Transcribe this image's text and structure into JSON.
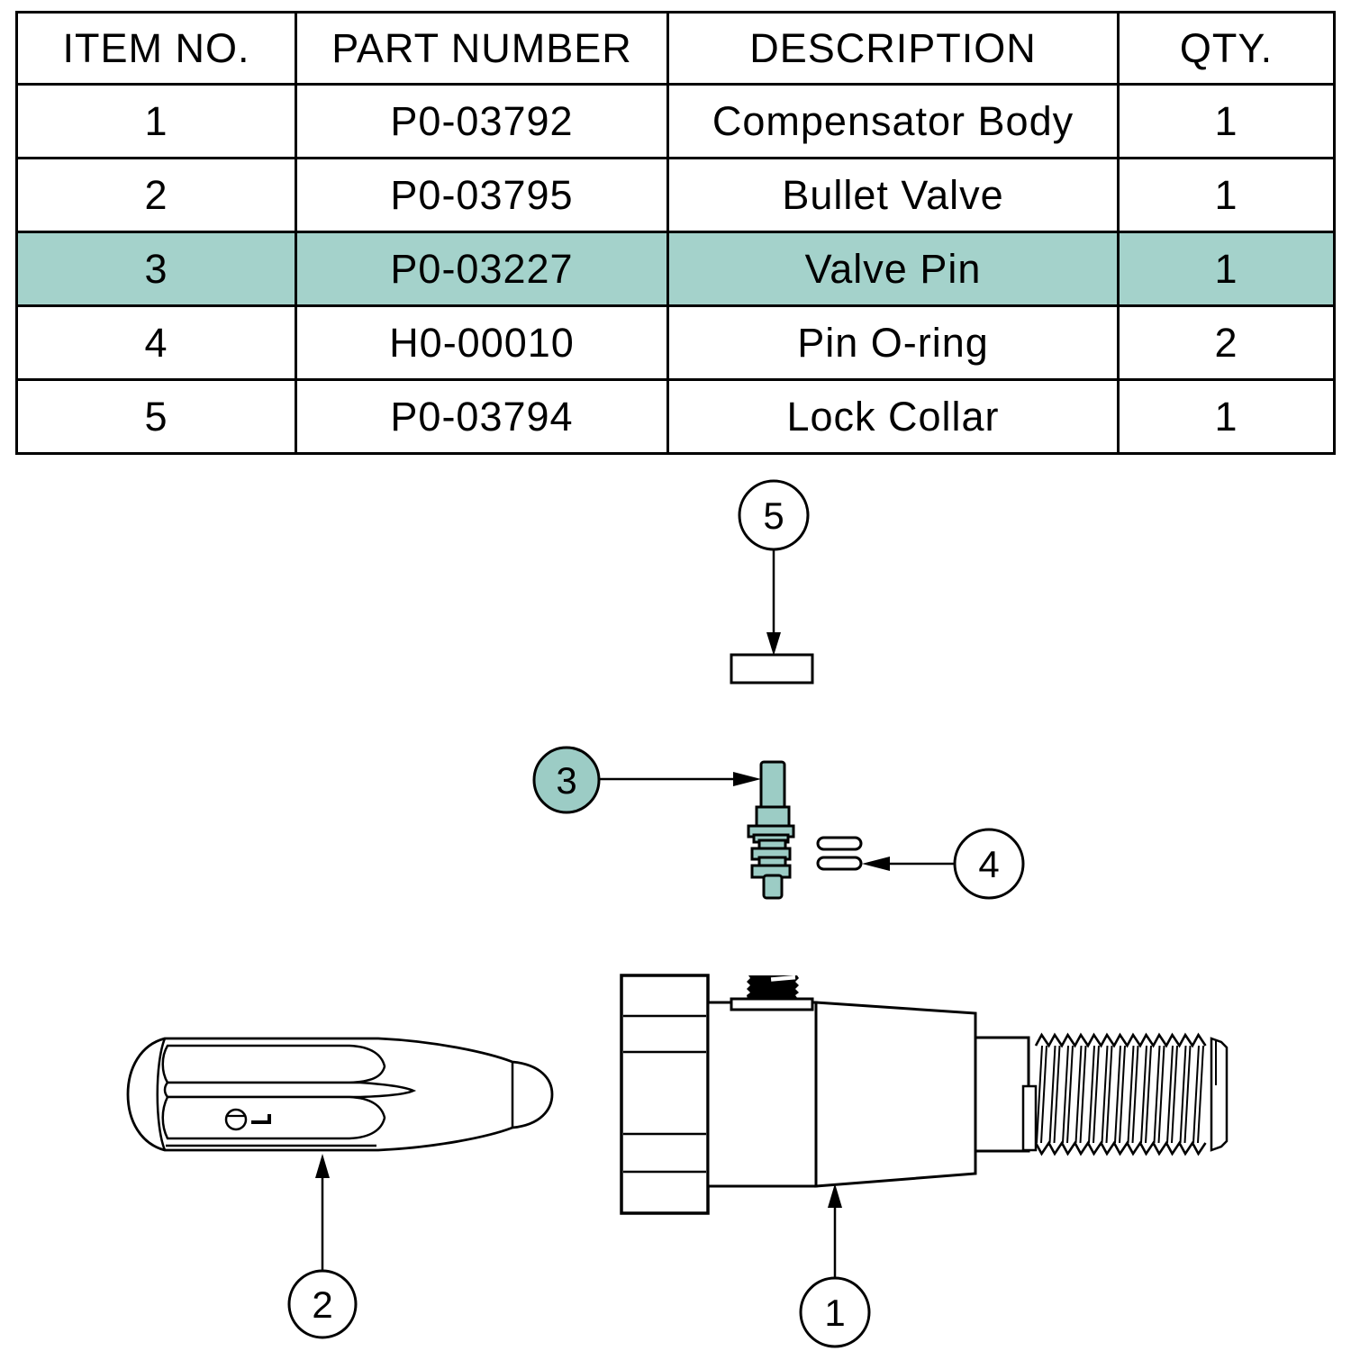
{
  "table": {
    "headers": [
      "ITEM NO.",
      "PART NUMBER",
      "DESCRIPTION",
      "QTY."
    ],
    "rows": [
      {
        "item": "1",
        "part": "P0-03792",
        "desc": "Compensator Body",
        "qty": "1",
        "highlight": false
      },
      {
        "item": "2",
        "part": "P0-03795",
        "desc": "Bullet Valve",
        "qty": "1",
        "highlight": false
      },
      {
        "item": "3",
        "part": "P0-03227",
        "desc": "Valve Pin",
        "qty": "1",
        "highlight": true
      },
      {
        "item": "4",
        "part": "H0-00010",
        "desc": "Pin O-ring",
        "qty": "2",
        "highlight": false
      },
      {
        "item": "5",
        "part": "P0-03794",
        "desc": "Lock Collar",
        "qty": "1",
        "highlight": false
      }
    ]
  },
  "balloons": [
    {
      "label": "5",
      "target": "lock-collar"
    },
    {
      "label": "3",
      "target": "valve-pin"
    },
    {
      "label": "4",
      "target": "pin-o-rings"
    },
    {
      "label": "2",
      "target": "bullet-valve"
    },
    {
      "label": "1",
      "target": "compensator-body"
    }
  ],
  "colors": {
    "highlight_row": "#a4d2cb",
    "part_fill": "#9cccc5",
    "line": "#000000"
  }
}
